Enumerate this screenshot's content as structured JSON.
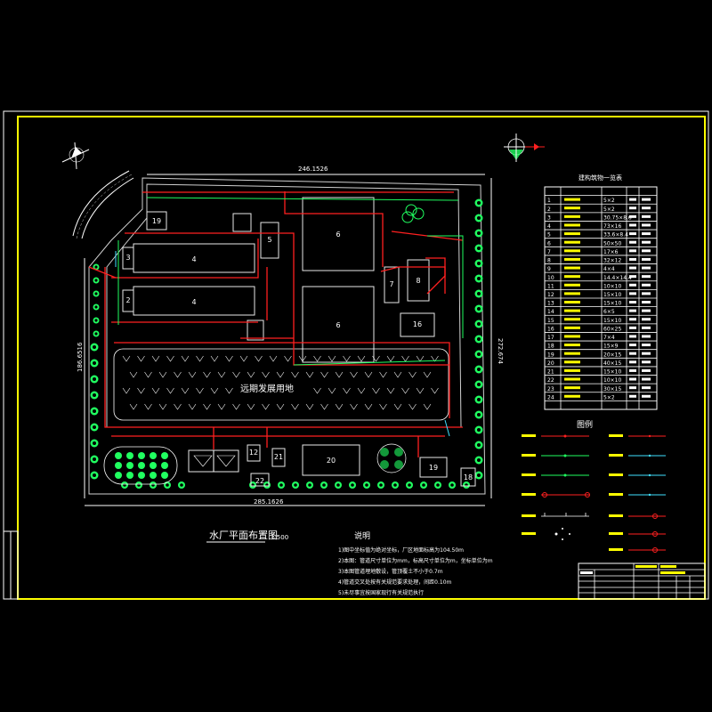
{
  "drawing": {
    "title": "水厂平面布置图",
    "scale": "1:500",
    "reserved_area_label": "远期发展用地",
    "dim_top": "246.1526",
    "dim_bottom": "285.1626",
    "dim_left": "186.6516",
    "dim_right": "272.674",
    "buildings": [
      {
        "id": "b19a",
        "number": "19"
      },
      {
        "id": "b4a",
        "number": "4"
      },
      {
        "id": "b3",
        "number": "3"
      },
      {
        "id": "b4b",
        "number": "4"
      },
      {
        "id": "b2",
        "number": "2"
      },
      {
        "id": "b5",
        "number": "5"
      },
      {
        "id": "b6a",
        "number": "6"
      },
      {
        "id": "b6b",
        "number": "6"
      },
      {
        "id": "b7",
        "number": "7"
      },
      {
        "id": "b8",
        "number": "8"
      },
      {
        "id": "b16",
        "number": "16"
      },
      {
        "id": "b12",
        "number": "12"
      },
      {
        "id": "b21",
        "number": "21"
      },
      {
        "id": "b20",
        "number": "20"
      },
      {
        "id": "b22",
        "number": "22"
      },
      {
        "id": "b19b",
        "number": "19"
      },
      {
        "id": "b18",
        "number": "18"
      }
    ]
  },
  "table": {
    "title": "建构筑物一览表",
    "rows": [
      {
        "no": "1",
        "dim": "5×2"
      },
      {
        "no": "2",
        "dim": "5×2"
      },
      {
        "no": "3",
        "dim": "30.75×8.6"
      },
      {
        "no": "4",
        "dim": "73×16"
      },
      {
        "no": "5",
        "dim": "33.6×8.4"
      },
      {
        "no": "6",
        "dim": "50×50"
      },
      {
        "no": "7",
        "dim": "17×6"
      },
      {
        "no": "8",
        "dim": "32×12"
      },
      {
        "no": "9",
        "dim": "4×4"
      },
      {
        "no": "10",
        "dim": "14.4×14.4"
      },
      {
        "no": "11",
        "dim": "10×10"
      },
      {
        "no": "12",
        "dim": "15×10"
      },
      {
        "no": "13",
        "dim": "15×10"
      },
      {
        "no": "14",
        "dim": "6×5"
      },
      {
        "no": "15",
        "dim": "15×10"
      },
      {
        "no": "16",
        "dim": "60×25"
      },
      {
        "no": "17",
        "dim": "7×4"
      },
      {
        "no": "18",
        "dim": "15×9"
      },
      {
        "no": "19",
        "dim": "20×15"
      },
      {
        "no": "20",
        "dim": "40×15"
      },
      {
        "no": "21",
        "dim": "15×10"
      },
      {
        "no": "22",
        "dim": "10×10"
      },
      {
        "no": "23",
        "dim": "30×15"
      },
      {
        "no": "24",
        "dim": "5×2"
      }
    ]
  },
  "legend": {
    "title": "图例"
  },
  "notes": {
    "title": "说明",
    "items": [
      "1)图中坐标值为绝对坐标，厂区地面标高为104.50m",
      "2)本图：管道尺寸单位为mm，标高尺寸单位为m，坐标单位为m",
      "3)本图管道埋地敷设，管顶覆土不小于0.7m",
      "4)管道交叉处按有关规范要求处理，间距0.10m",
      "5)未尽事宜按国家现行有关规范执行"
    ]
  },
  "colors": {
    "frame": "#ffff00",
    "pipe": "#ff2020",
    "green": "#20ff60",
    "cyan": "#40e0ff",
    "line": "#ffffff"
  }
}
